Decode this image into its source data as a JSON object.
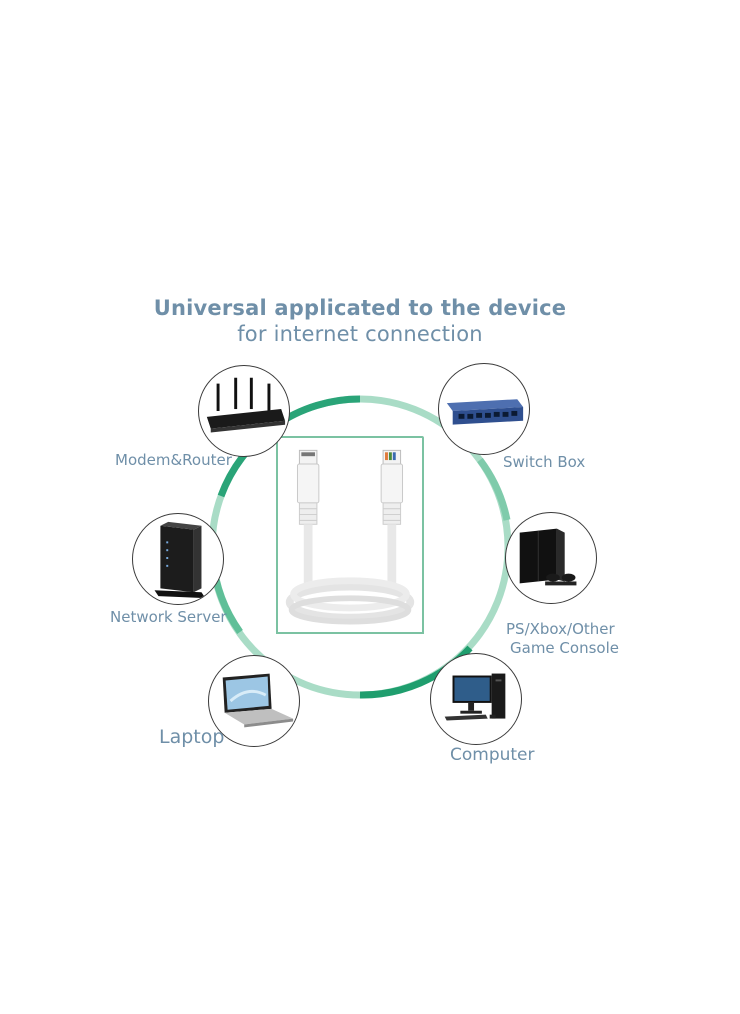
{
  "title": {
    "line1": "Universal applicated to the device",
    "line2": "for internet connection"
  },
  "devices": [
    {
      "id": "modem-router",
      "label": "Modem&Router",
      "icon": "router-icon"
    },
    {
      "id": "switch-box",
      "label": "Switch Box",
      "icon": "switch-icon"
    },
    {
      "id": "network-server",
      "label": "Network Server",
      "icon": "server-icon"
    },
    {
      "id": "game-console",
      "label_line1": "PS/Xbox/Other",
      "label_line2": "Game Console",
      "icon": "game-console-icon"
    },
    {
      "id": "laptop",
      "label": "Laptop",
      "icon": "laptop-icon"
    },
    {
      "id": "computer",
      "label": "Computer",
      "icon": "computer-icon"
    }
  ],
  "colors": {
    "text": "#6f8fa8",
    "ring_dark": "#1f9e6e",
    "ring_light": "#a9dcc6",
    "frame": "#7bc2a2"
  }
}
